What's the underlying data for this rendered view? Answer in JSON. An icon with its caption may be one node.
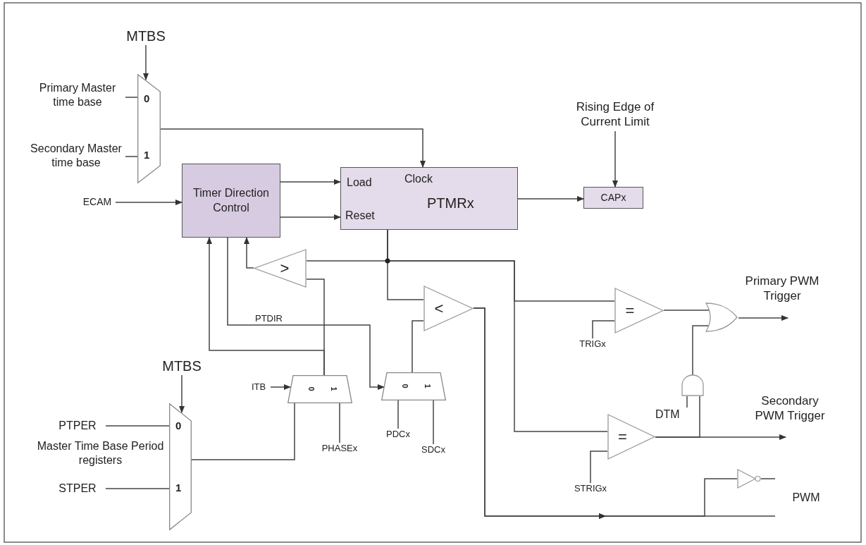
{
  "diagram": {
    "nodes": [
      {
        "text": [
          "MTBS"
        ]
      },
      {
        "text": [
          "Primary Master time base"
        ]
      },
      {
        "text": [
          "0",
          "1"
        ]
      },
      {
        "text": [
          "Rising Edge of Current Limit"
        ]
      },
      {
        "text": [
          "Secondary Master time base"
        ]
      },
      {
        "text": [
          "Timer Direction Control"
        ]
      },
      {
        "text": [
          "Clock",
          "Load",
          "PTMRx",
          "Reset"
        ]
      },
      {
        "text": [
          "CAPx"
        ]
      },
      {
        "text": [
          "ECAM"
        ]
      },
      {
        "text": [
          ">"
        ]
      },
      {
        "text": [
          "<"
        ]
      },
      {
        "text": [
          "="
        ]
      },
      {
        "text": [],
        "shape": "gate"
      },
      {
        "text": [
          "Primary PWM Trigger"
        ]
      },
      {
        "text": [
          "TRIGx"
        ]
      },
      {
        "text": [],
        "shape": "gate"
      },
      {
        "text": [
          "DTM"
        ]
      },
      {
        "text": [
          "MTBS"
        ]
      },
      {
        "text": [
          "ITB"
        ]
      },
      {
        "text": [
          "0",
          "1"
        ]
      },
      {
        "text": [
          "0",
          "1"
        ]
      },
      {
        "text": [
          "Secondary PWM Trigger"
        ]
      },
      {
        "text": [
          "="
        ]
      },
      {
        "text": [
          "PTPER"
        ]
      },
      {
        "text": [
          "PDCx"
        ]
      },
      {
        "text": [
          "PHASEx"
        ]
      },
      {
        "text": [
          "SDCx"
        ]
      },
      {
        "text": [
          "0",
          "1"
        ]
      },
      {
        "text": [
          "STPER"
        ]
      },
      {
        "text": [
          "STRIGx"
        ]
      },
      {
        "text": [],
        "shape": "triangle"
      },
      {
        "text": [
          "PWM"
        ]
      }
    ],
    "edges": [
      {
        "from": 0,
        "to": 2,
        "arrow": "to"
      },
      {
        "from": 1,
        "to": 2,
        "arrow": "none"
      },
      {
        "from": 4,
        "to": 2,
        "arrow": "none"
      },
      {
        "from": 2,
        "to": 6,
        "arrow": "to"
      },
      {
        "from": 8,
        "to": 5,
        "arrow": "to"
      },
      {
        "from": 5,
        "to": 6,
        "arrow": "to"
      },
      {
        "from": 5,
        "to": 6,
        "arrow": "to"
      },
      {
        "from": 3,
        "to": 7,
        "arrow": "to"
      },
      {
        "from": 6,
        "to": 7,
        "arrow": "to"
      },
      {
        "from": 6,
        "to": 9,
        "arrow": "none"
      },
      {
        "from": 6,
        "to": 10,
        "arrow": "none"
      },
      {
        "from": 6,
        "to": 11,
        "arrow": "none"
      },
      {
        "from": 6,
        "to": 22,
        "arrow": "none"
      },
      {
        "from": 9,
        "to": 5,
        "arrow": "to"
      },
      {
        "from": 19,
        "to": 9,
        "arrow": "none"
      },
      {
        "from": 19,
        "to": 5,
        "arrow": "to"
      },
      {
        "from": 5,
        "to": 20,
        "arrow": "to",
        "label": "PTDIR"
      },
      {
        "from": 18,
        "to": 19,
        "arrow": "to"
      },
      {
        "from": 25,
        "to": 19,
        "arrow": "none"
      },
      {
        "from": 27,
        "to": 19,
        "arrow": "none"
      },
      {
        "from": 17,
        "to": 27,
        "arrow": "to"
      },
      {
        "from": 23,
        "to": 27,
        "arrow": "none"
      },
      {
        "from": 28,
        "to": 27,
        "arrow": "none"
      },
      {
        "from": 20,
        "to": 10,
        "arrow": "none"
      },
      {
        "from": 24,
        "to": 20,
        "arrow": "none"
      },
      {
        "from": 26,
        "to": 20,
        "arrow": "none"
      },
      {
        "from": 10,
        "to": 30,
        "arrow": "to"
      },
      {
        "from": 10,
        "to": 31,
        "arrow": "to"
      },
      {
        "from": 30,
        "to": 31,
        "arrow": "none"
      },
      {
        "from": 14,
        "to": 11,
        "arrow": "none"
      },
      {
        "from": 11,
        "to": 12,
        "arrow": "none"
      },
      {
        "from": 15,
        "to": 12,
        "arrow": "none"
      },
      {
        "from": 12,
        "to": 13,
        "arrow": "to"
      },
      {
        "from": 16,
        "to": 15,
        "arrow": "none"
      },
      {
        "from": 22,
        "to": 21,
        "arrow": "to"
      },
      {
        "from": 22,
        "to": 15,
        "arrow": "none"
      },
      {
        "from": 29,
        "to": 22,
        "arrow": "none"
      }
    ],
    "labels": [
      "Master Time Base Period registers"
    ]
  }
}
